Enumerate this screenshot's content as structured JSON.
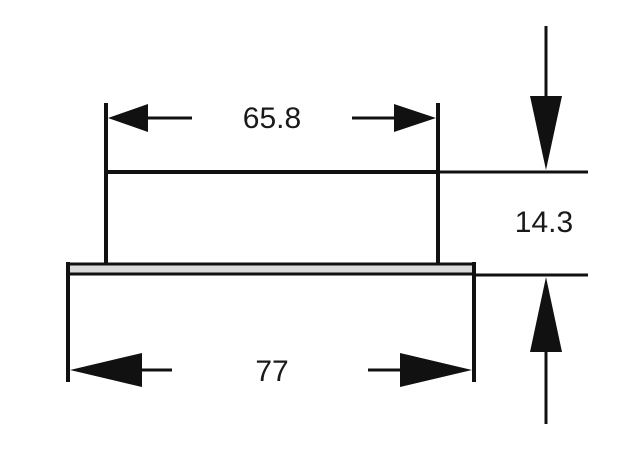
{
  "dimensions": {
    "top_width": "65.8",
    "bottom_width": "77",
    "height": "14.3"
  },
  "colors": {
    "line": "#111111",
    "text": "#1a1a1a",
    "background": "#ffffff",
    "base_plate_fill": "#d9d9d9"
  }
}
